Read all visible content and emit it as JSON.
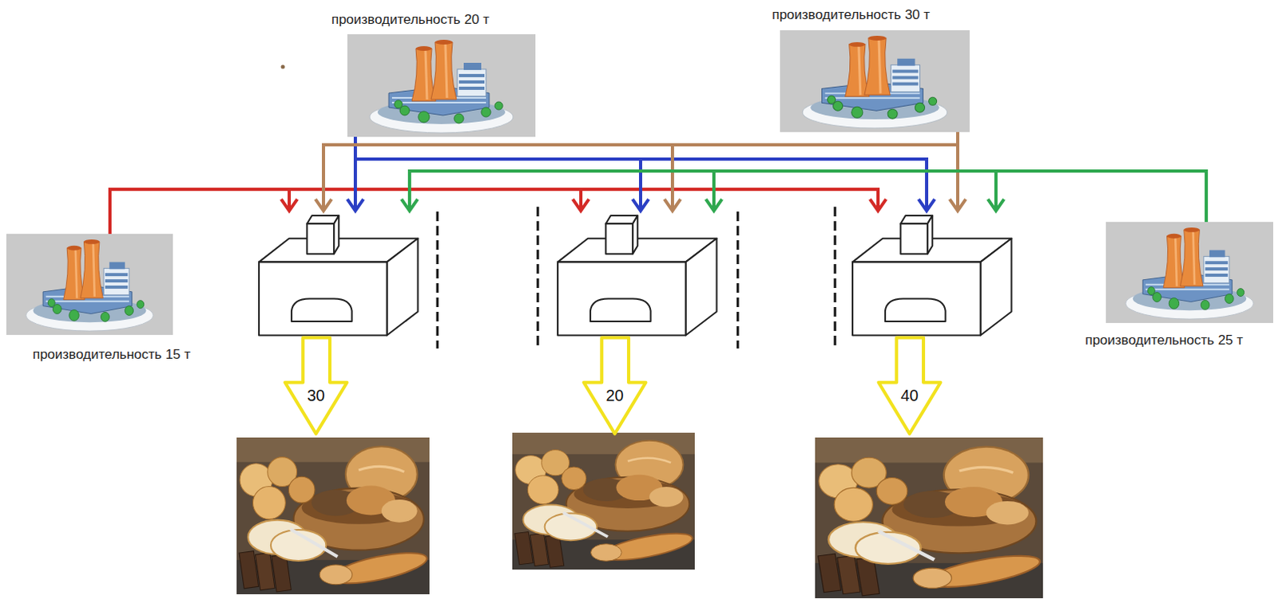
{
  "diagram": {
    "nodes": [
      {
        "text": [
          "производительность 20 т"
        ]
      },
      {
        "text": [
          "производительность 30 т"
        ]
      },
      {
        "text": [
          "производительность 15 т"
        ]
      },
      {
        "text": [
          "30"
        ]
      },
      {
        "text": [
          "20"
        ]
      },
      {
        "text": [
          "40"
        ]
      },
      {
        "text": [
          "производительность 25 т"
        ]
      }
    ],
    "edges": [
      {
        "from": 2,
        "to": 3,
        "arrow": "to"
      },
      {
        "from": 2,
        "to": 4,
        "arrow": "to"
      },
      {
        "from": 2,
        "to": 5,
        "arrow": "to"
      },
      {
        "from": 0,
        "to": 3,
        "arrow": "to"
      },
      {
        "from": 0,
        "to": 4,
        "arrow": "to"
      },
      {
        "from": 0,
        "to": 5,
        "arrow": "to"
      },
      {
        "from": 1,
        "to": 3,
        "arrow": "to"
      },
      {
        "from": 1,
        "to": 4,
        "arrow": "to"
      },
      {
        "from": 1,
        "to": 5,
        "arrow": "to"
      },
      {
        "from": 6,
        "to": 3,
        "arrow": "to"
      },
      {
        "from": 6,
        "to": 4,
        "arrow": "to"
      },
      {
        "from": 6,
        "to": 5,
        "arrow": "to"
      }
    ]
  }
}
